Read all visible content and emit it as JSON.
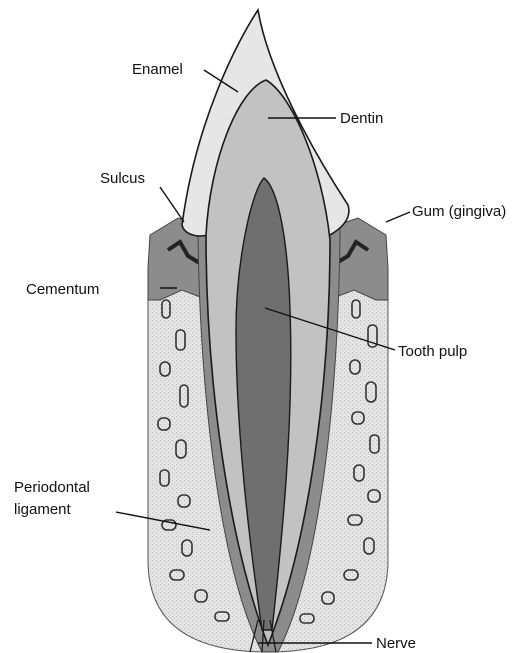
{
  "labels": {
    "enamel": "Enamel",
    "dentin": "Dentin",
    "sulcus": "Sulcus",
    "gum": "Gum (gingiva)",
    "cementum": "Cementum",
    "tooth_pulp": "Tooth pulp",
    "periodontal_line1": "Periodontal",
    "periodontal_line2": "ligament",
    "nerve": "Nerve"
  },
  "colors": {
    "enamel": "#e6e6e6",
    "dentin": "#c2c2c2",
    "pulp": "#6f6f6f",
    "gum": "#8c8c8c",
    "ligament": "#8c8c8c",
    "bone": "#d9d9d9",
    "outline": "#1a1a1a"
  }
}
